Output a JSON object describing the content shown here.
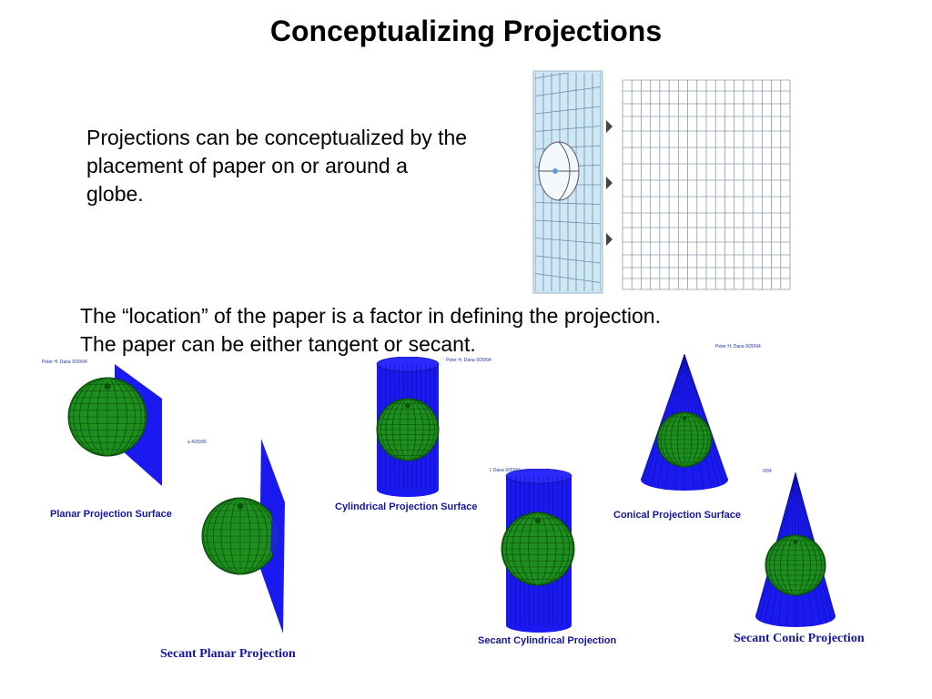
{
  "slide": {
    "title": "Conceptualizing Projections",
    "intro": "Projections can be conceptualized by the placement of paper on or around a globe.",
    "location_line1": "The “location” of the paper is a factor in defining the projection.",
    "location_line2": "The paper can be either tangent or secant."
  },
  "credits": {
    "planar": "Peter H. Dana 9/20/94",
    "secant_planar": "a 4/25/95",
    "cylindrical": "Peter H. Dana 9/20/94",
    "secant_cylindrical": "l. Dana 9/20/94",
    "conical": "Peter H. Dana 9/20/94",
    "secant_conic": "0/94"
  },
  "captions": {
    "planar": "Planar Projection Surface",
    "secant_planar": "Secant Planar Projection",
    "cylindrical": "Cylindrical  Projection Surface",
    "secant_cylindrical": "Secant Cylindrical Projection",
    "conical": "Conical Projection Surface",
    "secant_conic": "Secant Conic Projection"
  },
  "colors": {
    "surface_blue": "#1a1af0",
    "globe_green": "#1e8f1e",
    "caption_blue": "#1515a0",
    "paper_light_blue": "#cfe6f5"
  }
}
